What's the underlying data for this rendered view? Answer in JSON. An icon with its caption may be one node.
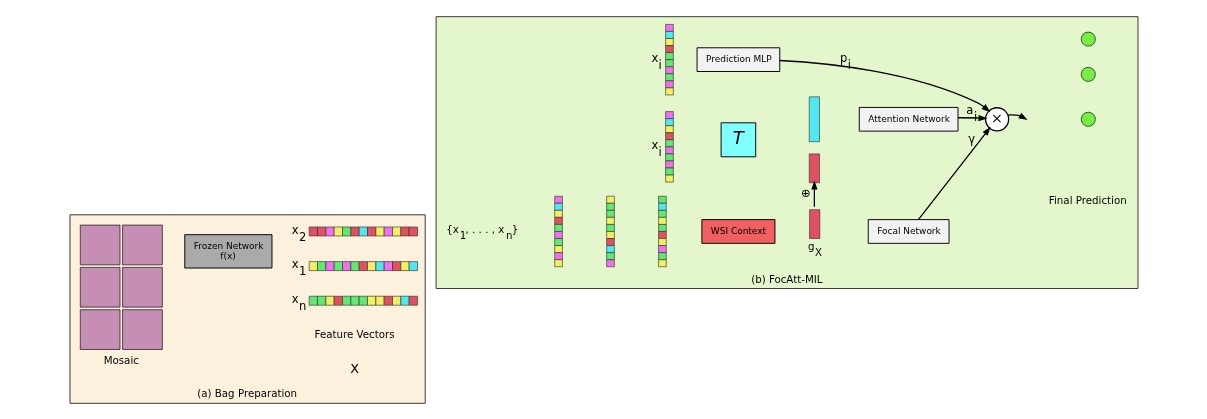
{
  "diagram": {
    "nodes": [
      {
        "text": [
          "(a) Bag Preparation"
        ]
      },
      {
        "text": [],
        "shape": "picture",
        "beside": [
          "Mosaic"
        ],
        "in": 0
      },
      {
        "text": [
          "Frozen Network",
          "f(x)"
        ],
        "in": 0
      },
      {
        "text": [],
        "shape": "bar",
        "beside": [
          "x$_{1}$"
        ],
        "in": 0
      },
      {
        "text": [],
        "shape": "bar",
        "beside": [
          "x$_{2}$"
        ],
        "in": 0
      },
      {
        "text": [],
        "shape": "bar",
        "beside": [
          "x$_{n}$"
        ],
        "in": 0
      },
      {
        "text": [
          "(b) FocAtt-MIL"
        ]
      },
      {
        "text": [],
        "shape": "bar",
        "beside": [
          "x$_{i}$"
        ],
        "in": 6
      },
      {
        "text": [
          "Prediction MLP"
        ],
        "in": 6
      },
      {
        "text": [],
        "shape": "bar",
        "beside": [
          "x$_{i}$"
        ],
        "in": 6
      },
      {
        "text": [
          "T"
        ],
        "in": 6
      },
      {
        "text": [],
        "shape": "bar",
        "in": 6
      },
      {
        "text": [],
        "shape": "bar",
        "in": 6
      },
      {
        "text": [
          "Attention Network"
        ],
        "in": 6
      },
      {
        "text": [
          "×"
        ],
        "in": 6
      },
      {
        "text": [],
        "shape": "bar",
        "in": 6
      },
      {
        "text": [],
        "shape": "bar",
        "in": 6
      },
      {
        "text": [],
        "shape": "bar",
        "in": 6
      },
      {
        "text": [
          "WSI Context"
        ],
        "in": 6
      },
      {
        "text": [],
        "shape": "bar",
        "beside": [
          "g$_{X}$"
        ],
        "in": 6
      },
      {
        "text": [
          "Focal Network"
        ],
        "in": 6
      },
      {
        "text": [],
        "shape": "circle",
        "in": 6
      },
      {
        "text": [],
        "shape": "circle",
        "in": 6
      },
      {
        "text": [],
        "shape": "circle",
        "in": 6
      }
    ],
    "edges": [
      {
        "from": 8,
        "to": 14,
        "arrow": "to",
        "label": "p$_{i}$"
      },
      {
        "from": 13,
        "to": 14,
        "arrow": "to",
        "label": "a$_{i}$"
      },
      {
        "from": 20,
        "to": 14,
        "arrow": "to",
        "label": "γ"
      },
      {
        "from": 19,
        "to": 12,
        "arrow": "to",
        "label": "⊕"
      },
      {
        "from": 14,
        "to": null,
        "arrow": "to"
      }
    ],
    "labels": [
      "Feature Vectors",
      "X",
      "{x$_{1}$, . . . , x$_{n}$}",
      "Final Prediction"
    ]
  }
}
